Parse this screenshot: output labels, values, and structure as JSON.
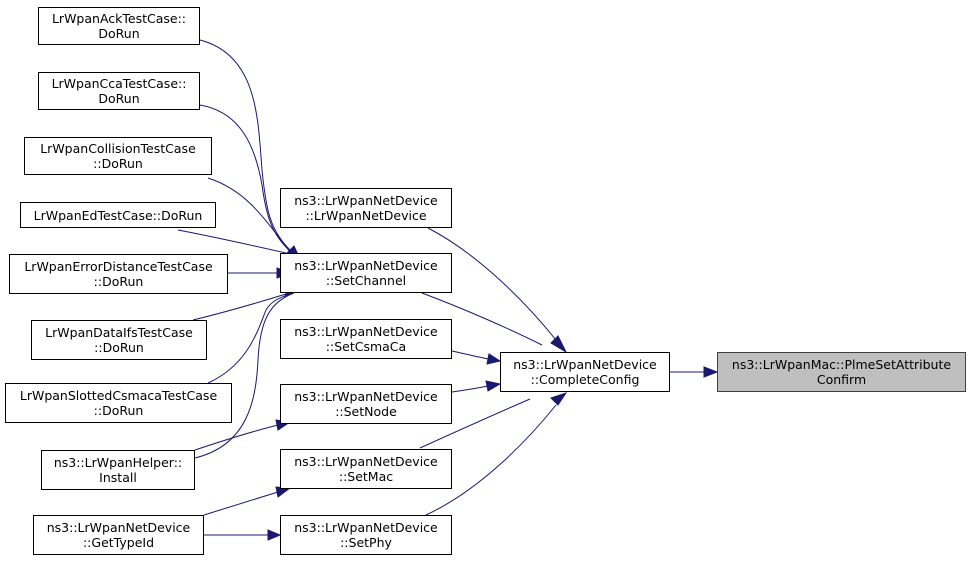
{
  "nodes": {
    "ack": {
      "line1": "LrWpanAckTestCase::",
      "line2": "DoRun"
    },
    "cca": {
      "line1": "LrWpanCcaTestCase::",
      "line2": "DoRun"
    },
    "collision": {
      "line1": "LrWpanCollisionTestCase",
      "line2": "::DoRun"
    },
    "ed": {
      "line1": "LrWpanEdTestCase::DoRun"
    },
    "errdist": {
      "line1": "LrWpanErrorDistanceTestCase",
      "line2": "::DoRun"
    },
    "ifs": {
      "line1": "LrWpanDataIfsTestCase",
      "line2": "::DoRun"
    },
    "slotted": {
      "line1": "LrWpanSlottedCsmacaTestCase",
      "line2": "::DoRun"
    },
    "helper": {
      "line1": "ns3::LrWpanHelper::",
      "line2": "Install"
    },
    "typeid": {
      "line1": "ns3::LrWpanNetDevice",
      "line2": "::GetTypeId"
    },
    "ctor": {
      "line1": "ns3::LrWpanNetDevice",
      "line2": "::LrWpanNetDevice"
    },
    "setchannel": {
      "line1": "ns3::LrWpanNetDevice",
      "line2": "::SetChannel"
    },
    "setcsmaca": {
      "line1": "ns3::LrWpanNetDevice",
      "line2": "::SetCsmaCa"
    },
    "setnode": {
      "line1": "ns3::LrWpanNetDevice",
      "line2": "::SetNode"
    },
    "setmac": {
      "line1": "ns3::LrWpanNetDevice",
      "line2": "::SetMac"
    },
    "setphy": {
      "line1": "ns3::LrWpanNetDevice",
      "line2": "::SetPhy"
    },
    "complete": {
      "line1": "ns3::LrWpanNetDevice",
      "line2": "::CompleteConfig"
    },
    "plme": {
      "line1": "ns3::LrWpanMac::PlmeSetAttribute",
      "line2": "Confirm"
    }
  },
  "colors": {
    "edge": "#191970",
    "focus_fill": "#bfbfbf"
  }
}
